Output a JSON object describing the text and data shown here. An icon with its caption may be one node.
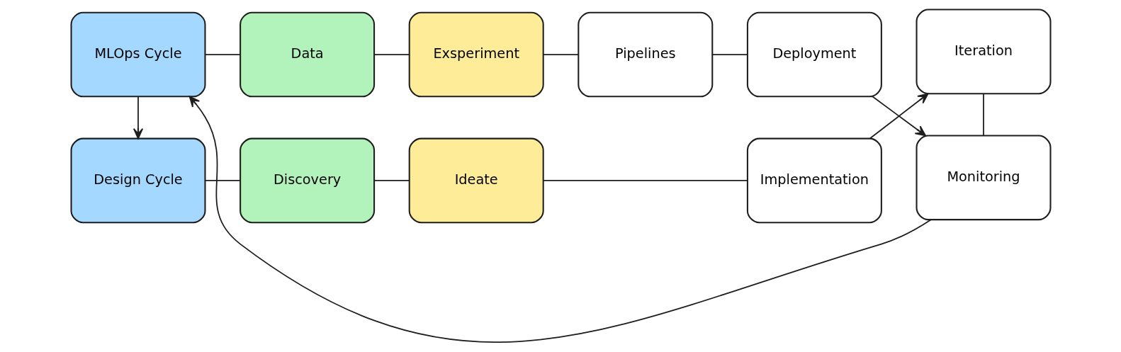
{
  "diagram": {
    "nodes": [
      {
        "text": [
          "Design Cycle"
        ]
      },
      {
        "text": [
          "Discovery"
        ]
      },
      {
        "text": [
          "Ideate"
        ]
      },
      {
        "text": [
          "Implementation"
        ]
      },
      {
        "text": [
          "Iteration"
        ]
      },
      {
        "text": [
          "MLOps Cycle"
        ]
      },
      {
        "text": [
          "Data"
        ]
      },
      {
        "text": [
          "Exsperiment"
        ]
      },
      {
        "text": [
          "Pipelines"
        ]
      },
      {
        "text": [
          "Deployment"
        ]
      },
      {
        "text": [
          "Monitoring"
        ]
      }
    ],
    "edges": [
      {
        "from": 0,
        "to": 1,
        "arrow": "none"
      },
      {
        "from": 1,
        "to": 2,
        "arrow": "none"
      },
      {
        "from": 2,
        "to": 3,
        "arrow": "none"
      },
      {
        "from": 3,
        "to": 4,
        "arrow": "to"
      },
      {
        "from": 5,
        "to": 0,
        "arrow": "to"
      },
      {
        "from": 5,
        "to": 6,
        "arrow": "none"
      },
      {
        "from": 6,
        "to": 7,
        "arrow": "none"
      },
      {
        "from": 7,
        "to": 8,
        "arrow": "none"
      },
      {
        "from": 8,
        "to": 9,
        "arrow": "none"
      },
      {
        "from": 9,
        "to": 10,
        "arrow": "to"
      },
      {
        "from": 4,
        "to": 10,
        "arrow": "none"
      },
      {
        "from": 10,
        "to": 5,
        "arrow": "to"
      }
    ]
  }
}
